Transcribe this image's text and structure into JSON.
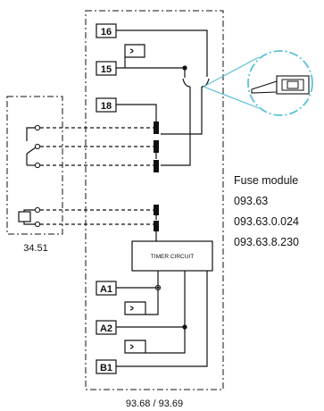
{
  "terminals": {
    "t16": "16",
    "t15": "15",
    "t18": "18",
    "a1": "A1",
    "a2": "A2",
    "b1": "B1"
  },
  "timer_circuit_label": "TIMER CIRCUIT",
  "relay_label": "34.51",
  "module_label": "93.68 / 93.69",
  "fuse_module": {
    "title": "Fuse module",
    "codes": [
      "093.63",
      "093.63.0.024",
      "093.63.8.230"
    ]
  },
  "colors": {
    "line": "#111111",
    "callout": "#5bc0d6"
  }
}
